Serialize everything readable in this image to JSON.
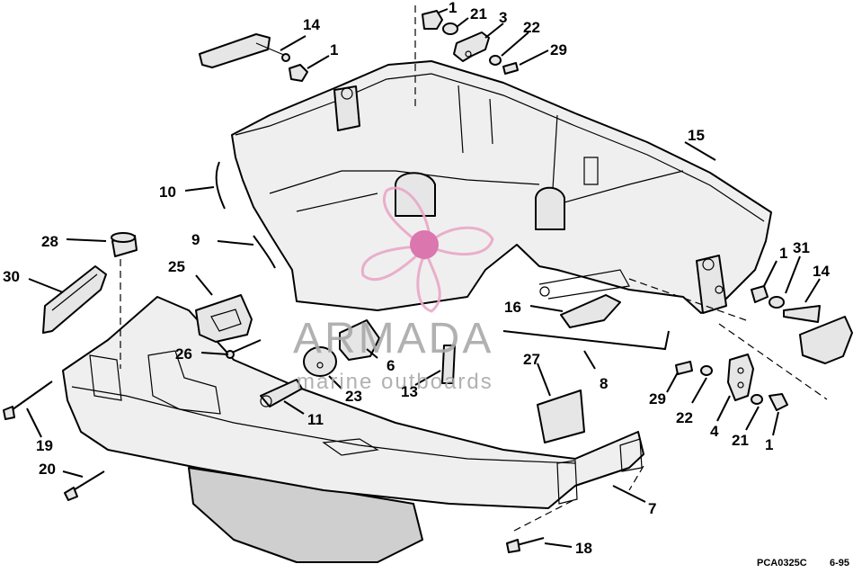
{
  "diagram": {
    "callouts": {
      "c1_top": "1",
      "c21_top": "21",
      "c3": "3",
      "c22_top": "22",
      "c29_top": "29",
      "c14_top": "14",
      "c1_left": "1",
      "c15": "15",
      "c10": "10",
      "c9": "9",
      "c28": "28",
      "c25": "25",
      "c30": "30",
      "c1_right": "1",
      "c31": "31",
      "c14_right": "14",
      "c16": "16",
      "c26": "26",
      "c6": "6",
      "c27": "27",
      "c8": "8",
      "c23": "23",
      "c13": "13",
      "c29_right": "29",
      "c22_right": "22",
      "c4": "4",
      "c21_right": "21",
      "c1_bottom": "1",
      "c11": "11",
      "c19": "19",
      "c20": "20",
      "c7": "7",
      "c18": "18"
    },
    "figure_code": "PCA0325C",
    "revision": "6-95"
  },
  "watermark": {
    "title": "ARMADA",
    "subtitle": "marine outboards",
    "logo_color": "#e9a8c8",
    "logo_center_color": "#d96aa8"
  },
  "colors": {
    "line": "#000000",
    "fill": "#e6e6e6",
    "watermark_text": "#a9a9a9"
  }
}
